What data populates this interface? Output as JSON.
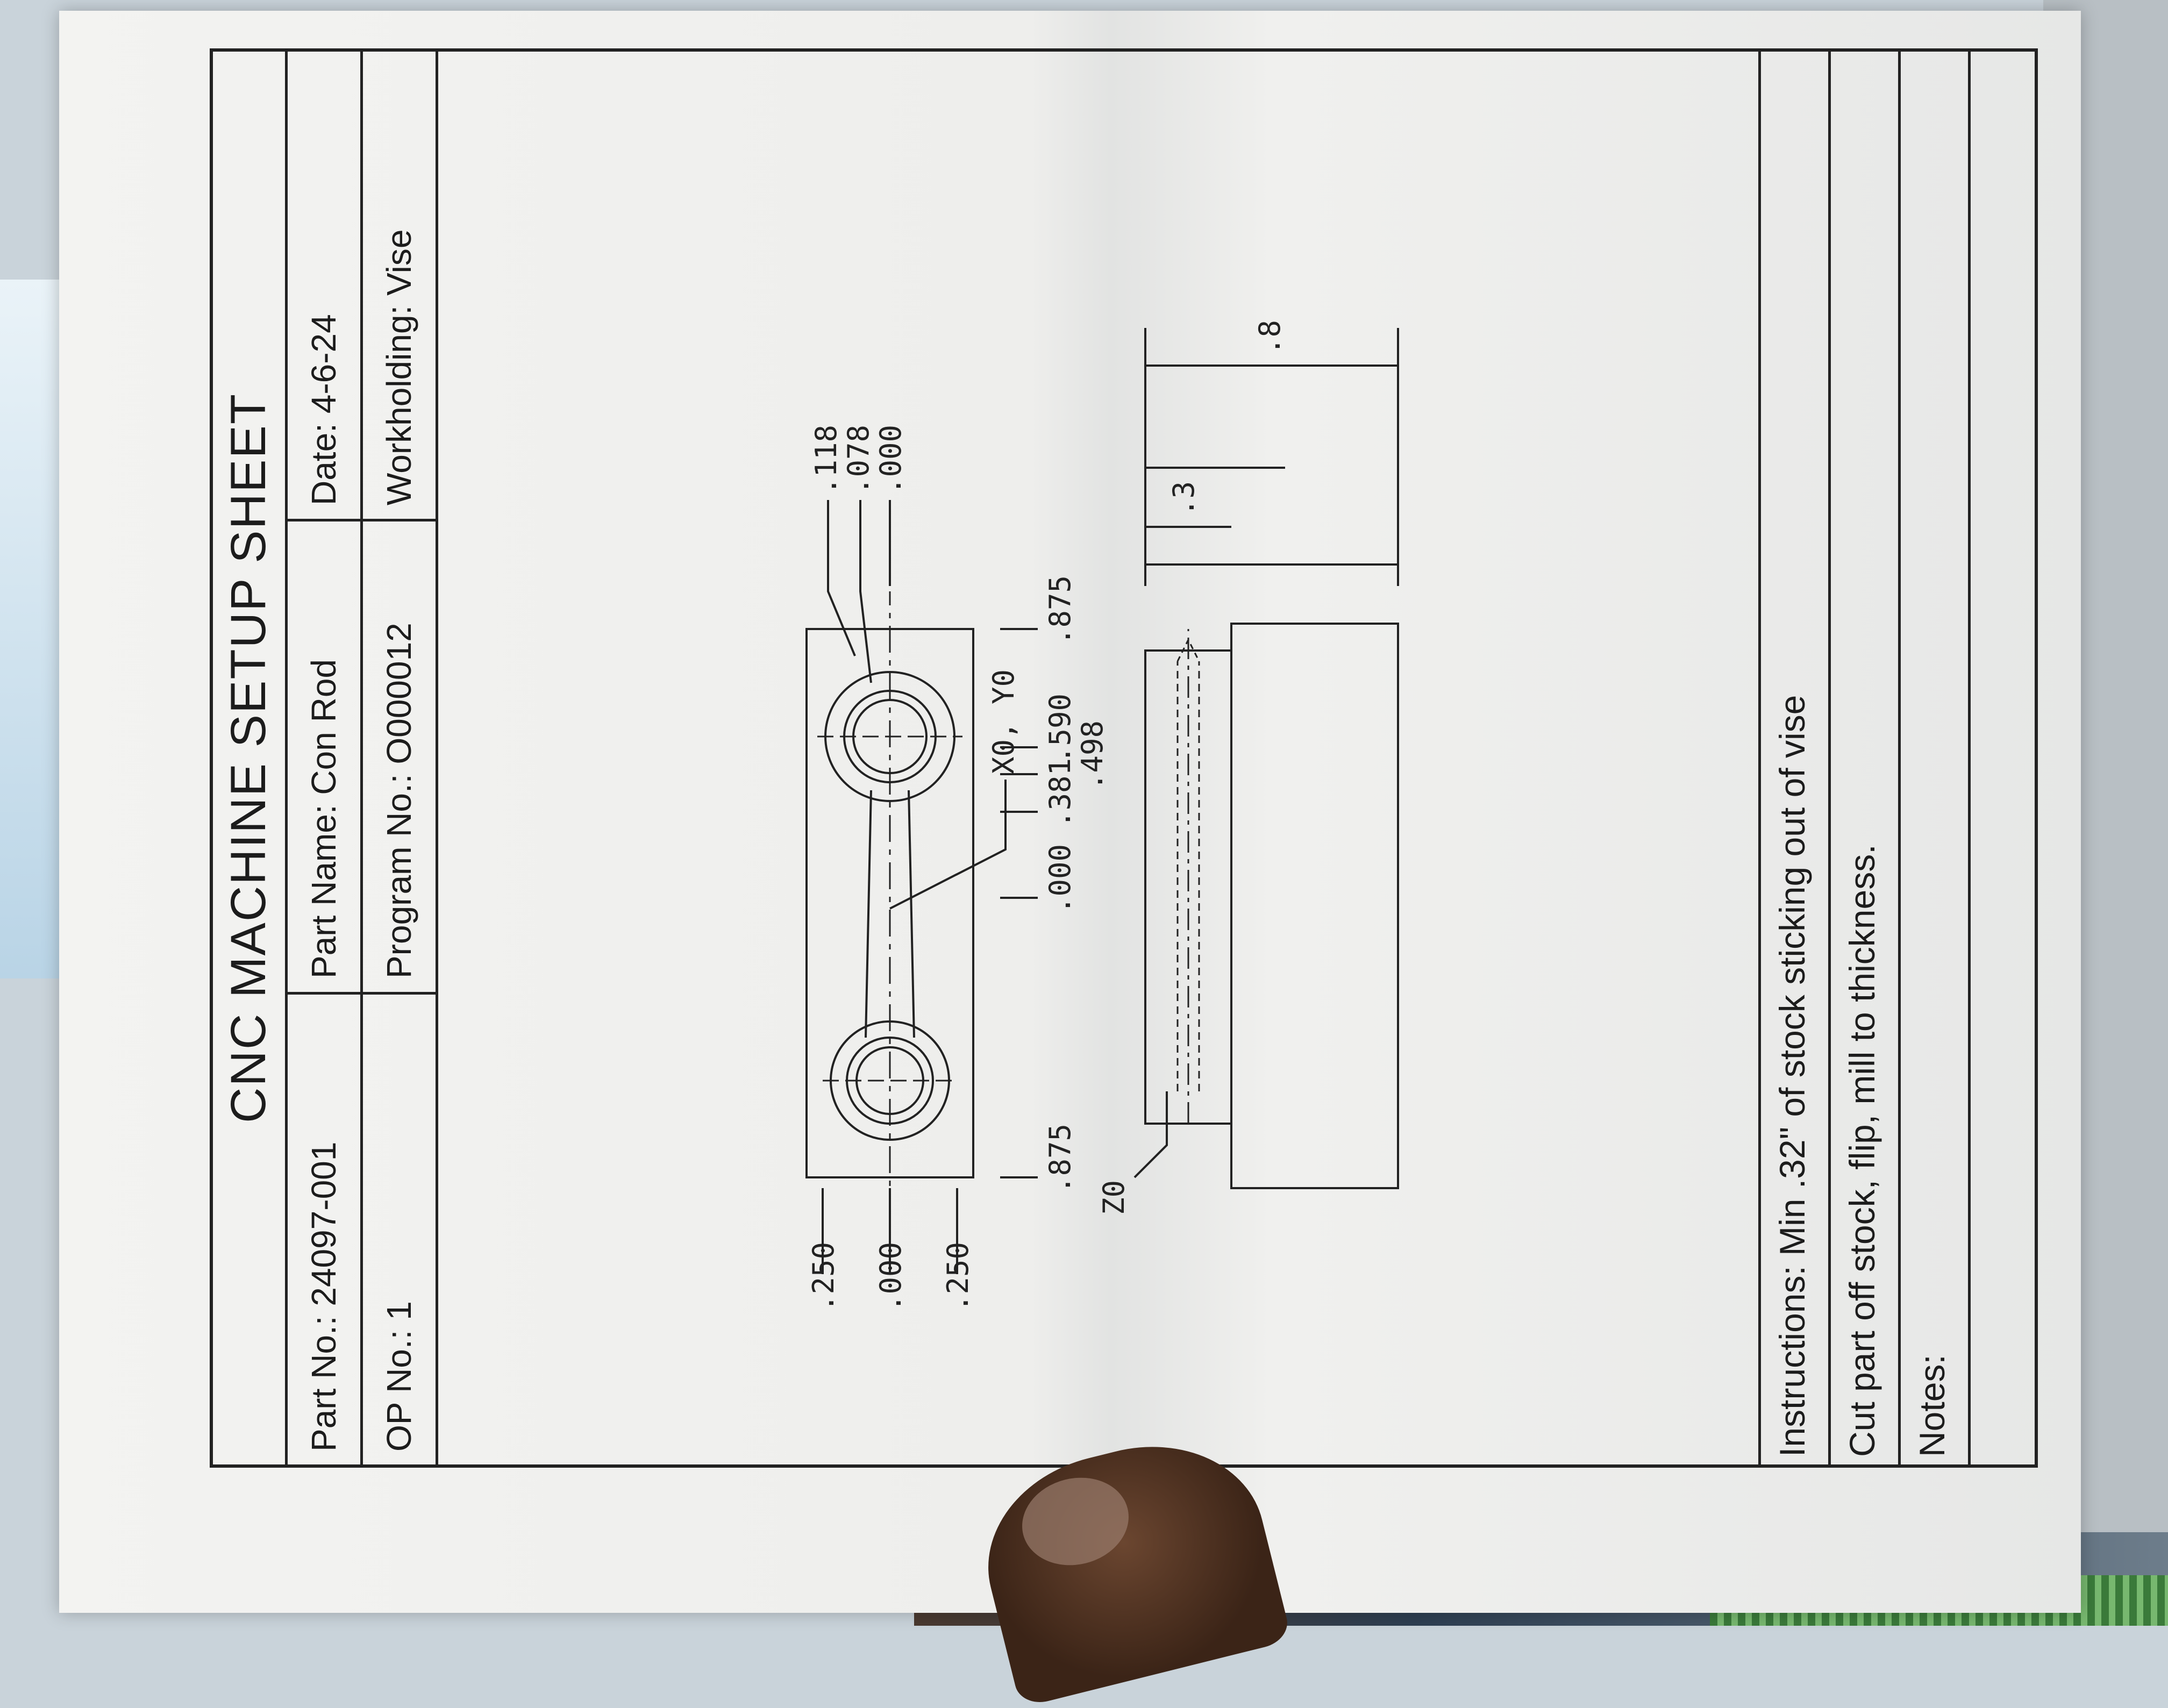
{
  "sheet": {
    "title": "CNC MACHINE SETUP SHEET",
    "part_no": "Part No.: 24097-001",
    "part_name": "Part Name: Con Rod",
    "date": "Date: 4-6-24",
    "op_no": "OP No.: 1",
    "program_no": "Program No.: O000012",
    "workholding": "Workholding: Vise"
  },
  "drawing": {
    "y_dims": [
      ".250",
      ".000",
      ".250"
    ],
    "x_dims": [
      ".875",
      ".000",
      ".381",
      ".498",
      ".590",
      ".875"
    ],
    "right_dims": [
      ".118",
      ".078",
      ".000"
    ],
    "origin_label": "X0, Y0",
    "z_label": "Z0",
    "height_dims": [
      ".3",
      ".8"
    ]
  },
  "instructions": {
    "line1": "Instructions:  Min .32\" of stock sticking out of vise",
    "line2": "Cut part off stock, flip, mill to thickness.",
    "notes": "Notes:"
  }
}
